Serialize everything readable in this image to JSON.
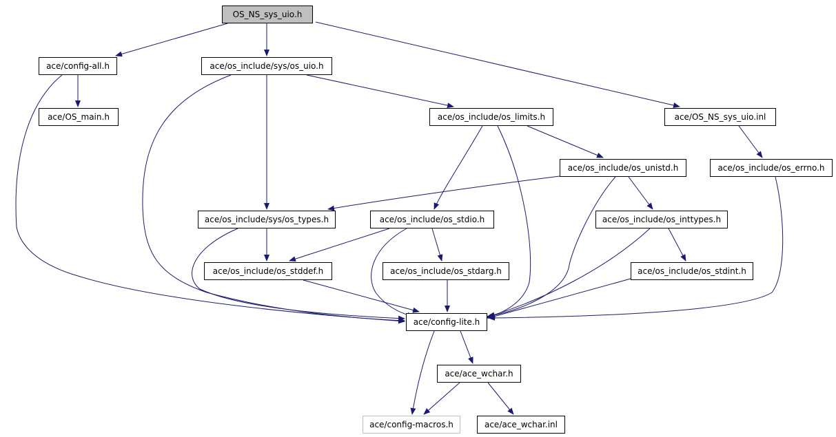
{
  "root_label": "OS_NS_sys_uio.h",
  "edge_color": "#191970",
  "nodes": {
    "config_all": "ace/config-all.h",
    "os_main": "ace/OS_main.h",
    "sys_os_uio": "ace/os_include/sys/os_uio.h",
    "os_limits": "ace/os_include/os_limits.h",
    "ns_sys_uio_inl": "ace/OS_NS_sys_uio.inl",
    "os_unistd": "ace/os_include/os_unistd.h",
    "os_errno": "ace/os_include/os_errno.h",
    "sys_os_types": "ace/os_include/sys/os_types.h",
    "os_stdio": "ace/os_include/os_stdio.h",
    "os_inttypes": "ace/os_include/os_inttypes.h",
    "os_stddef": "ace/os_include/os_stddef.h",
    "os_stdarg": "ace/os_include/os_stdarg.h",
    "os_stdint": "ace/os_include/os_stdint.h",
    "config_lite": "ace/config-lite.h",
    "ace_wchar_h": "ace/ace_wchar.h",
    "config_macros": "ace/config-macros.h",
    "ace_wchar_inl": "ace/ace_wchar.inl"
  }
}
